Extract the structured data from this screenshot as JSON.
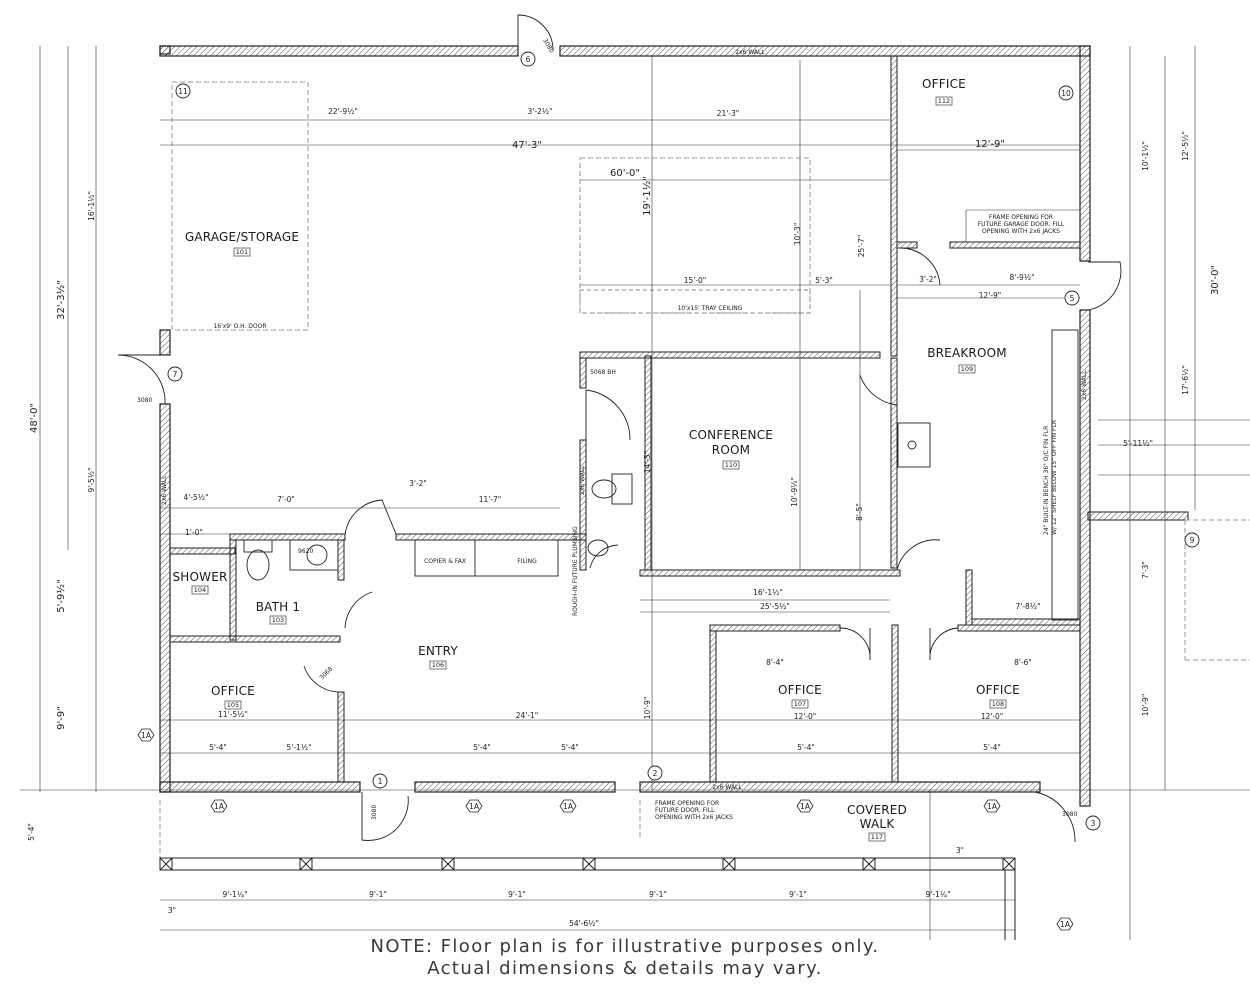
{
  "rooms": [
    {
      "name": "GARAGE/STORAGE",
      "number": "101"
    },
    {
      "name": "OFFICE",
      "number": "112"
    },
    {
      "name": "BREAKROOM",
      "number": "109"
    },
    {
      "name": "CONFERENCE",
      "name2": "ROOM",
      "number": "110"
    },
    {
      "name": "SHOWER",
      "number": "104"
    },
    {
      "name": "BATH 1",
      "number": "103"
    },
    {
      "name": "ENTRY",
      "number": "106"
    },
    {
      "name": "OFFICE",
      "number": "105"
    },
    {
      "name": "OFFICE",
      "number": "107"
    },
    {
      "name": "OFFICE",
      "number": "108"
    },
    {
      "name": "COVERED",
      "name2": "WALK",
      "number": "117"
    }
  ],
  "circle_tags": [
    "1",
    "2",
    "3",
    "5",
    "6",
    "7",
    "9",
    "10",
    "11"
  ],
  "window_tag": "1A",
  "labels": {
    "wall_2x6_top": "2x6 WALL",
    "wall_2x6_bottom": "2x6 WALL",
    "wall_2x6_right": "2x6 WALL",
    "wall_2x6_left": "2x6 WALL",
    "wall_2x6_bath": "2x6 WALL",
    "ohdoor": "16'x9' O.H. DOOR",
    "tray": "10'x15' TRAY CEILING",
    "copier": "COPIER & FAX",
    "filing": "FILING",
    "rough": "ROUGH-IN FUTURE PLUMBING",
    "frame1_a": "FRAME OPENING FOR",
    "frame1_b": "FUTURE GARAGE DOOR. FILL",
    "frame1_c": "OPENING WITH 2x6 JACKS",
    "frame2_a": "FRAME OPENING FOR",
    "frame2_b": "FUTURE DOOR. FILL",
    "frame2_c": "OPENING WITH 2x6 JACKS",
    "bench": "24\" BUILT-IN BENCH 36\" O/C FIN FLR",
    "bench2": "W/ 12\" SHELF BELOW 15\" OFF FIN FLR",
    "bh": "5068 BH",
    "d3080a": "3080",
    "d3080b": "3080",
    "d3080c": "3080",
    "d3068": "3068",
    "d9620": "9620",
    "d3080top": "3080"
  },
  "dims": {
    "d47_3": "47'-3\"",
    "d22_9": "22'-9½\"",
    "d21_3": "21'-3\"",
    "d3_2a": "3'-2½\"",
    "d60": "60'-0\"",
    "d15": "15'-0\"",
    "d5_3": "5'-3\"",
    "d12_9a": "12'-9\"",
    "d12_9b": "12'-9\"",
    "d8_9": "8'-9½\"",
    "d3_2b": "3'-2\"",
    "d4_5": "4'-5½\"",
    "d7_0": "7'-0\"",
    "d3_2c": "3'-2\"",
    "d11_7": "11'-7\"",
    "d1_0": "1'-0\"",
    "d16_1": "16'-1½\"",
    "d25_5": "25'-5½\"",
    "d7_8": "7'-8½\"",
    "d8_4": "8'-4\"",
    "d8_6": "8'-6\"",
    "d11_5": "11'-5½\"",
    "d24_1": "24'-1\"",
    "d12_0a": "12'-0\"",
    "d12_0b": "12'-0\"",
    "d5_4a": "5'-4\"",
    "d5_1": "5'-1½\"",
    "d5_4b": "5'-4\"",
    "d5_4c": "5'-4\"",
    "d5_4d": "5'-4\"",
    "d5_4e": "5'-4\"",
    "d9_1a": "9'-1¼\"",
    "d9_1b": "9'-1\"",
    "d9_1c": "9'-1\"",
    "d9_1d": "9'-1\"",
    "d9_1e": "9'-1\"",
    "d9_1f": "9'-1¼\"",
    "d54_6": "54'-6½\"",
    "d3a": "3\"",
    "d3b": "3\"",
    "d48_0": "48'-0\"",
    "d32_3": "32'-3½\"",
    "d16_1v": "16'-1½\"",
    "d9_5": "9'-5½\"",
    "d5_9": "5'-9½\"",
    "d9_9": "9'-9\"",
    "d5_4v": "5'-4\"",
    "d30_0": "30'-0\"",
    "d12_5": "12'-5½\"",
    "d17_6": "17'-6½\"",
    "d19_1": "19'-1½\"",
    "d25_7": "25'-7\"",
    "d10_3": "10'-3\"",
    "d14_5": "14'-5\"",
    "d10_9": "10'-9\"",
    "d8_5": "8'-5\"",
    "d10_9b": "10'-9\"",
    "d7_3": "7'-3\"",
    "d5_11": "5'-11½\"",
    "d10_1": "10'-1½\"",
    "d10_9c": "10'-9½\""
  },
  "note": {
    "line1": "NOTE: Floor plan is for illustrative purposes only.",
    "line2": "Actual dimensions & details may vary."
  },
  "colors": {
    "line": "#222222",
    "hatch": "#555555",
    "dash": "#9a9a9a",
    "note": "#3a3a3a",
    "bg": "#ffffff"
  }
}
